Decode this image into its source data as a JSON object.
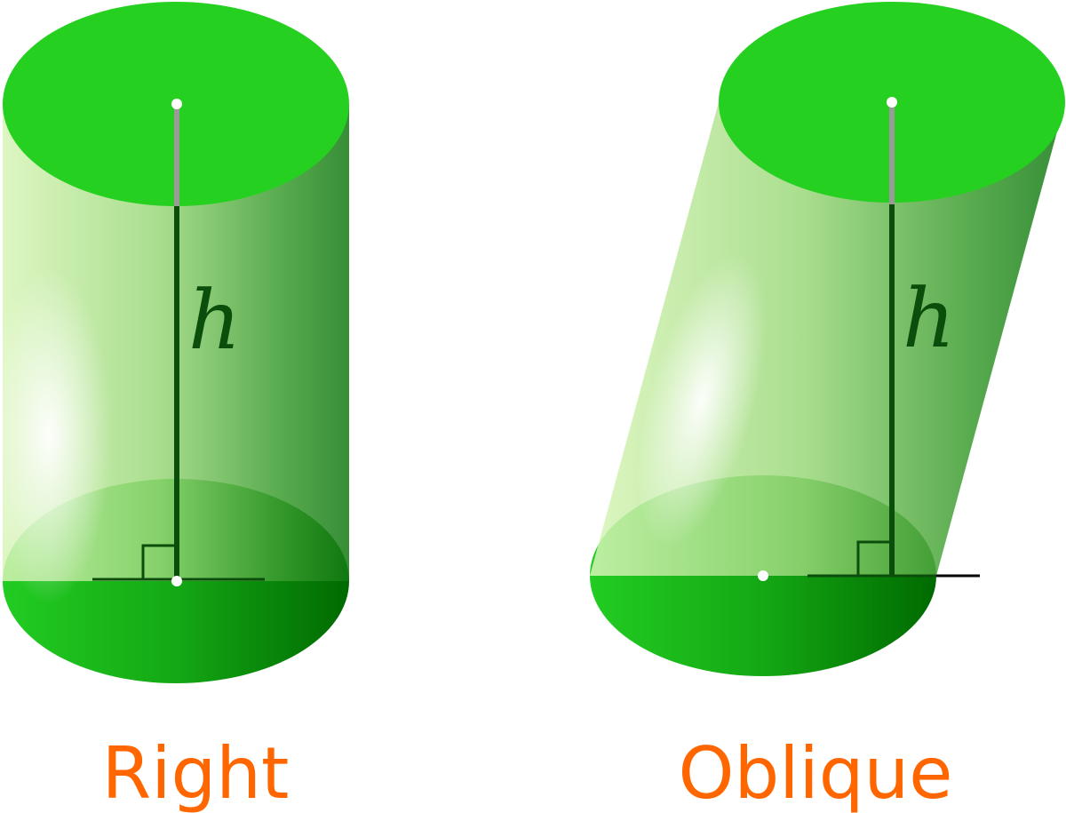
{
  "cylinders": [
    {
      "label": "Right",
      "height_label": "h"
    },
    {
      "label": "Oblique",
      "height_label": "h"
    }
  ],
  "colors": {
    "cylinder": "#22cc22",
    "height_line": "#0b4d0b",
    "label": "#ff6600"
  }
}
